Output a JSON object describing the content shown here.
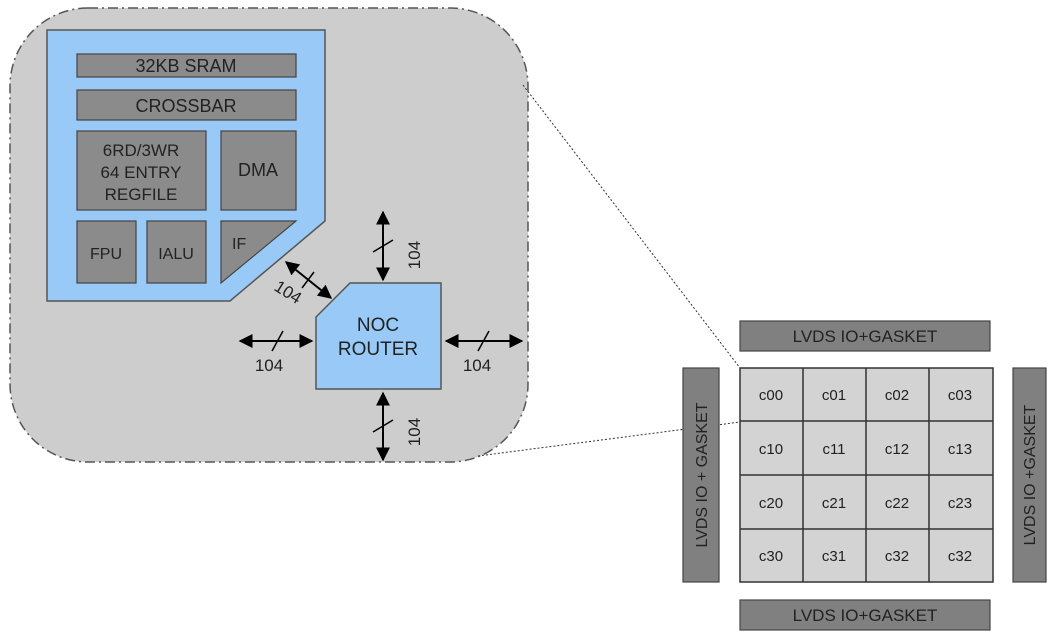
{
  "core": {
    "sram": "32KB SRAM",
    "crossbar": "CROSSBAR",
    "regfile": [
      "6RD/3WR",
      "64 ENTRY",
      "REGFILE"
    ],
    "dma": "DMA",
    "fpu": "FPU",
    "ialu": "IALU",
    "if": "IF",
    "router": [
      "NOC",
      "ROUTER"
    ],
    "links": {
      "diag": "104",
      "north": "104",
      "south": "104",
      "west": "104",
      "east": "104"
    }
  },
  "chip": {
    "top_io": "LVDS IO+GASKET",
    "bottom_io": "LVDS IO+GASKET",
    "left_io": "LVDS IO + GASKET",
    "right_io": "LVDS IO +GASKET",
    "cells": [
      [
        "c00",
        "c01",
        "c02",
        "c03"
      ],
      [
        "c10",
        "c11",
        "c12",
        "c13"
      ],
      [
        "c20",
        "c21",
        "c22",
        "c23"
      ],
      [
        "c30",
        "c31",
        "c32",
        "c32"
      ]
    ]
  },
  "colors": {
    "core_bg": "#cdcdcd",
    "core_blue": "#99c9f7",
    "block_gray": "#8b8b8b",
    "io_gray": "#808080",
    "cell_bg": "#d3d3d3"
  }
}
